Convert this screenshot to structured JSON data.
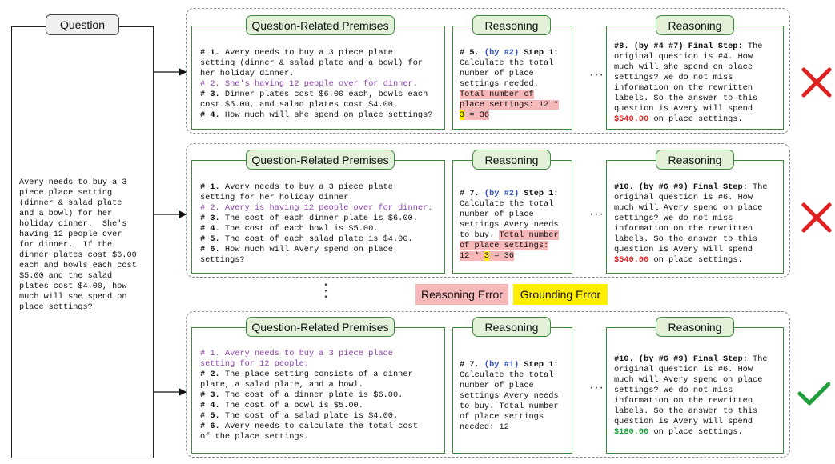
{
  "question": {
    "header": "Question",
    "lines": [
      "Avery needs to buy a 3",
      "piece place setting",
      "(dinner & salad plate",
      "and a bowl) for her",
      "holiday dinner.  She's",
      "having 12 people over",
      "for dinner.  If the",
      "dinner plates cost $6.00",
      "each and bowls each cost",
      "$5.00 and the salad",
      "plates cost $4.00, how",
      "much will she spend on",
      "place settings?"
    ]
  },
  "labels": {
    "premises": "Question-Related Premises",
    "reasoning": "Reasoning",
    "ellipsis": "···",
    "vdots": "⋮"
  },
  "legend": {
    "reasoning_error": "Reasoning Error",
    "grounding_error": "Grounding Error"
  },
  "rows": [
    {
      "premises": [
        [
          {
            "t": "# 1.",
            "c": "b"
          },
          {
            "t": " Avery needs to buy a 3 piece plate"
          }
        ],
        [
          {
            "t": "setting (dinner & salad plate and a bowl) for"
          }
        ],
        [
          {
            "t": "her holiday dinner."
          }
        ],
        [
          {
            "t": "# 2. She's having 12 people over for dinner.",
            "c": "purple"
          }
        ],
        [
          {
            "t": "# 3.",
            "c": "b"
          },
          {
            "t": " Dinner plates cost $6.00 each, bowls each"
          }
        ],
        [
          {
            "t": "cost $5.00, and salad plates cost $4.00."
          }
        ],
        [
          {
            "t": "# 4.",
            "c": "b"
          },
          {
            "t": " How much will she spend on place settings?"
          }
        ]
      ],
      "step": [
        [
          {
            "t": "# 5. ",
            "c": "b"
          },
          {
            "t": "(by #2)",
            "c": "blue"
          },
          {
            "t": " Step 1:",
            "c": "b"
          }
        ],
        [
          {
            "t": "Calculate the total"
          }
        ],
        [
          {
            "t": "number of place"
          }
        ],
        [
          {
            "t": "settings needed."
          }
        ],
        [
          {
            "t": "Total number of",
            "c": "err-pink"
          }
        ],
        [
          {
            "t": "place settings: 12 *",
            "c": "err-pink"
          }
        ],
        [
          {
            "t": "3",
            "c": "err-yellow"
          },
          {
            "t": " = 36",
            "c": "err-pink"
          }
        ]
      ],
      "final": [
        [
          {
            "t": "#8. (by #4 #7) Final Step:",
            "c": "b"
          },
          {
            "t": " The"
          }
        ],
        [
          {
            "t": "original question is #4. How"
          }
        ],
        [
          {
            "t": "much will she spend on place"
          }
        ],
        [
          {
            "t": "settings? We do not miss"
          }
        ],
        [
          {
            "t": "information on the rewritten"
          }
        ],
        [
          {
            "t": "labels. So the answer to this"
          }
        ],
        [
          {
            "t": "question is Avery will spend"
          }
        ],
        [
          {
            "t": "$540.00",
            "c": "red-num"
          },
          {
            "t": " on place settings."
          }
        ]
      ]
    },
    {
      "premises": [
        [
          {
            "t": "# 1.",
            "c": "b"
          },
          {
            "t": " Avery needs to buy a 3 piece plate"
          }
        ],
        [
          {
            "t": "setting for her holiday dinner."
          }
        ],
        [
          {
            "t": "# 2. Avery is having 12 people over for dinner.",
            "c": "purple"
          }
        ],
        [
          {
            "t": "# 3.",
            "c": "b"
          },
          {
            "t": " The cost of each dinner plate is $6.00."
          }
        ],
        [
          {
            "t": "# 4.",
            "c": "b"
          },
          {
            "t": " The cost of each bowl is $5.00."
          }
        ],
        [
          {
            "t": "# 5.",
            "c": "b"
          },
          {
            "t": " The cost of each salad plate is $4.00."
          }
        ],
        [
          {
            "t": "# 6.",
            "c": "b"
          },
          {
            "t": " How much will Avery spend on place"
          }
        ],
        [
          {
            "t": "settings?"
          }
        ]
      ],
      "step": [
        [
          {
            "t": "# 7. ",
            "c": "b"
          },
          {
            "t": "(by #2)",
            "c": "blue"
          },
          {
            "t": " Step 1:",
            "c": "b"
          }
        ],
        [
          {
            "t": "Calculate the total"
          }
        ],
        [
          {
            "t": "number of place"
          }
        ],
        [
          {
            "t": "settings Avery needs"
          }
        ],
        [
          {
            "t": "to buy. "
          },
          {
            "t": "Total number",
            "c": "err-pink"
          }
        ],
        [
          {
            "t": "of place settings:",
            "c": "err-pink"
          }
        ],
        [
          {
            "t": "12 * ",
            "c": "err-pink"
          },
          {
            "t": "3",
            "c": "err-yellow"
          },
          {
            "t": " = 36",
            "c": "err-pink"
          }
        ]
      ],
      "final": [
        [
          {
            "t": "#10. (by #6 #9) Final Step:",
            "c": "b"
          },
          {
            "t": " The"
          }
        ],
        [
          {
            "t": "original question is #6. How"
          }
        ],
        [
          {
            "t": "much will Avery spend on place"
          }
        ],
        [
          {
            "t": "settings? We do not miss"
          }
        ],
        [
          {
            "t": "information on the rewritten"
          }
        ],
        [
          {
            "t": "labels. So the answer to this"
          }
        ],
        [
          {
            "t": "question is Avery will spend"
          }
        ],
        [
          {
            "t": "$540.00",
            "c": "red-num"
          },
          {
            "t": " on place settings."
          }
        ]
      ]
    },
    {
      "premises": [
        [
          {
            "t": "# 1. Avery needs to buy a 3 piece place",
            "c": "purple"
          }
        ],
        [
          {
            "t": "setting for 12 people.",
            "c": "purple"
          }
        ],
        [
          {
            "t": "# 2.",
            "c": "b"
          },
          {
            "t": " The place setting consists of a dinner"
          }
        ],
        [
          {
            "t": "plate, a salad plate, and a bowl."
          }
        ],
        [
          {
            "t": "# 3.",
            "c": "b"
          },
          {
            "t": " The cost of a dinner plate is $6.00."
          }
        ],
        [
          {
            "t": "# 4.",
            "c": "b"
          },
          {
            "t": " The cost of a bowl is $5.00."
          }
        ],
        [
          {
            "t": "# 5.",
            "c": "b"
          },
          {
            "t": " The cost of a salad plate is $4.00."
          }
        ],
        [
          {
            "t": "# 6.",
            "c": "b"
          },
          {
            "t": " Avery needs to calculate the total cost"
          }
        ],
        [
          {
            "t": "of the place settings."
          }
        ]
      ],
      "step": [
        [
          {
            "t": "# 7. ",
            "c": "b"
          },
          {
            "t": "(by #1)",
            "c": "blue"
          },
          {
            "t": " Step 1:",
            "c": "b"
          }
        ],
        [
          {
            "t": "Calculate the total"
          }
        ],
        [
          {
            "t": "number of place"
          }
        ],
        [
          {
            "t": "settings Avery needs"
          }
        ],
        [
          {
            "t": "to buy. Total number"
          }
        ],
        [
          {
            "t": "of place settings"
          }
        ],
        [
          {
            "t": "needed: 12"
          }
        ]
      ],
      "final": [
        [
          {
            "t": "#10. (by #6 #9) Final Step:",
            "c": "b"
          },
          {
            "t": " The"
          }
        ],
        [
          {
            "t": "original question is #6. How"
          }
        ],
        [
          {
            "t": "much will Avery spend on place"
          }
        ],
        [
          {
            "t": "settings? We do not miss"
          }
        ],
        [
          {
            "t": "information on the rewritten"
          }
        ],
        [
          {
            "t": "labels. So the answer to this"
          }
        ],
        [
          {
            "t": "question is Avery will spend"
          }
        ],
        [
          {
            "t": "$180.00",
            "c": "green-num"
          },
          {
            "t": " on place settings."
          }
        ]
      ]
    }
  ],
  "verdicts": [
    "cross-icon",
    "cross-icon",
    "check-icon"
  ],
  "colors": {
    "box_border": "#3d8b3a",
    "pill_fill": "#e3f1d8",
    "premise_purple": "#8e44ad",
    "step_ref_blue": "#2f4fbf",
    "reasoning_error": "#f6b8b8",
    "grounding_error": "#ffee00",
    "wrong_answer": "#e02020",
    "right_answer": "#1f9e3a"
  }
}
